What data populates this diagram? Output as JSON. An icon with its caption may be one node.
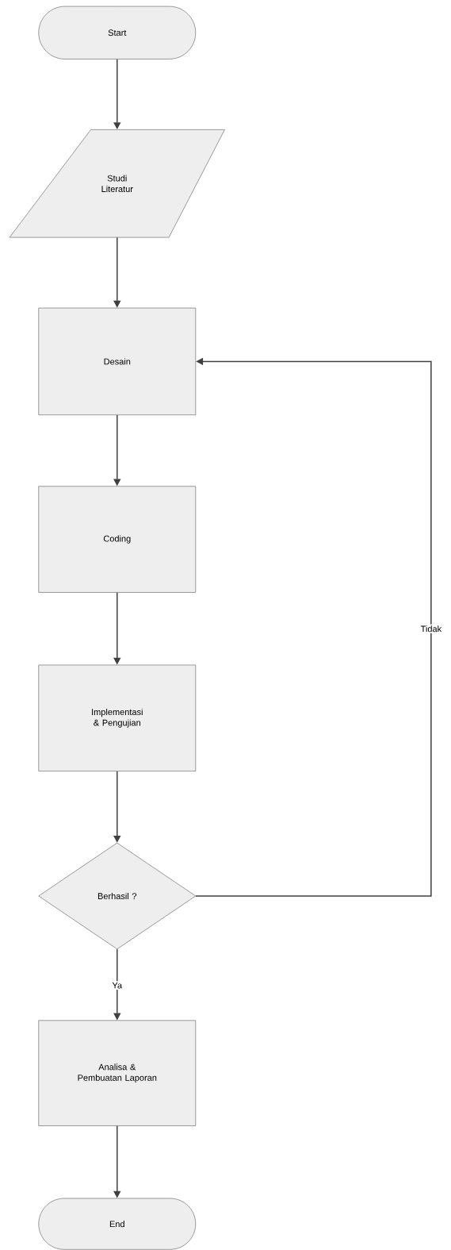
{
  "diagram": {
    "nodes": [
      {
        "text": [
          "Start"
        ]
      },
      {
        "text": [
          "Studi Literatur"
        ]
      },
      {
        "text": [
          "Desain"
        ]
      },
      {
        "text": [
          "Coding"
        ]
      },
      {
        "text": [
          "Implementasi & Pengujian"
        ]
      },
      {
        "text": [
          "Berhasil ?"
        ]
      },
      {
        "text": [
          "Analisa & Pembuatan Laporan"
        ]
      },
      {
        "text": [
          "End"
        ]
      }
    ],
    "edges": [
      {
        "from": 0,
        "to": 1,
        "arrow": "to"
      },
      {
        "from": 1,
        "to": 2,
        "arrow": "to"
      },
      {
        "from": 2,
        "to": 3,
        "arrow": "to"
      },
      {
        "from": 3,
        "to": 4,
        "arrow": "to"
      },
      {
        "from": 4,
        "to": 5,
        "arrow": "to"
      },
      {
        "from": 5,
        "to": 6,
        "arrow": "to",
        "label": "Ya"
      },
      {
        "from": 5,
        "to": 2,
        "arrow": "to",
        "label": "Tidak"
      },
      {
        "from": 6,
        "to": 7,
        "arrow": "to"
      }
    ]
  }
}
